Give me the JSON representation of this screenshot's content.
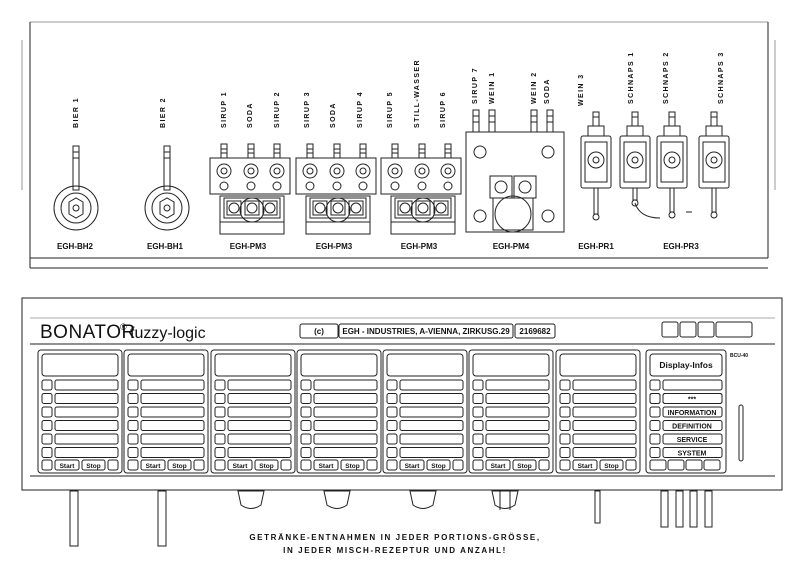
{
  "top_panel": {
    "valve_labels": [
      "BIER 1",
      "BIER 2",
      "SIRUP 1",
      "SODA",
      "SIRUP 2",
      "SIRUP 3",
      "SODA",
      "SIRUP 4",
      "SIRUP 5",
      "STILL-WASSER",
      "SIRUP 6",
      "SIRUP 7",
      "WEIN 1",
      "WEIN 2",
      "SODA",
      "WEIN 3",
      "SCHNAPS 1",
      "SCHNAPS 2",
      "SCHNAPS 3"
    ],
    "units": [
      "EGH-BH2",
      "EGH-BH1",
      "EGH-PM3",
      "EGH-PM3",
      "EGH-PM3",
      "EGH-PM4",
      "EGH-PR1",
      "EGH-PR3"
    ]
  },
  "controller": {
    "brand": "BONATOR",
    "registered": "®",
    "subtitle": "fuzzy-logic",
    "copyright": "(c)",
    "company": "EGH - INDUSTRIES,  A-VIENNA, ZIRKUSG.29",
    "number": "2169682",
    "model": "BCU-40",
    "start_label": "Start",
    "stop_label": "Stop",
    "display_header": "Display-Infos",
    "menu_items": [
      "***",
      "INFORMATION",
      "DEFINITION",
      "SERVICE",
      "SYSTEM"
    ]
  },
  "caption": {
    "line1": "GETRÄNKE-ENTNAHMEN IN JEDER PORTIONS-GRÖSSE,",
    "line2": "IN JEDER MISCH-REZEPTUR UND ANZAHL!"
  }
}
